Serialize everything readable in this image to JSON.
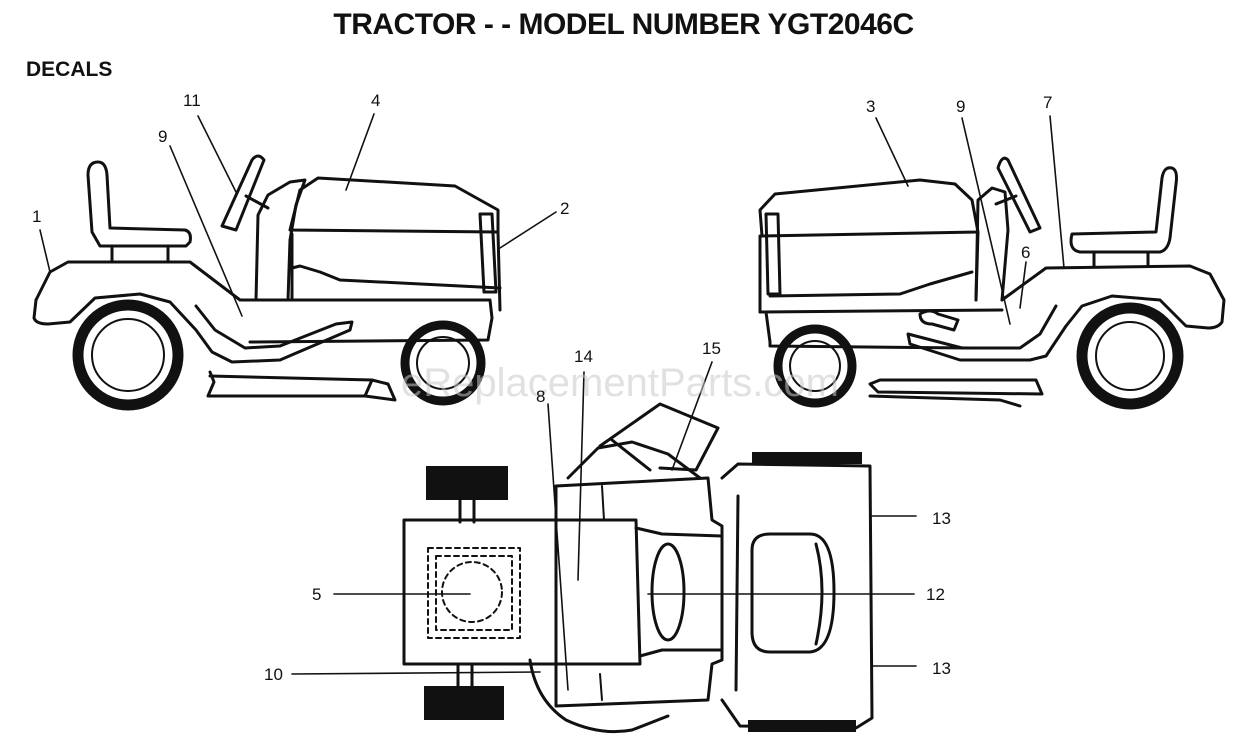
{
  "title": "TRACTOR - - MODEL NUMBER YGT2046C",
  "section_label": "DECALS",
  "watermark": "eReplacementParts.com",
  "callouts": {
    "c1": "1",
    "c2": "2",
    "c3": "3",
    "c4": "4",
    "c5": "5",
    "c6": "6",
    "c7": "7",
    "c8": "8",
    "c9_left": "9",
    "c9_right": "9",
    "c10": "10",
    "c11": "11",
    "c12": "12",
    "c13_top": "13",
    "c13_bottom": "13",
    "c14": "14",
    "c15": "15"
  }
}
